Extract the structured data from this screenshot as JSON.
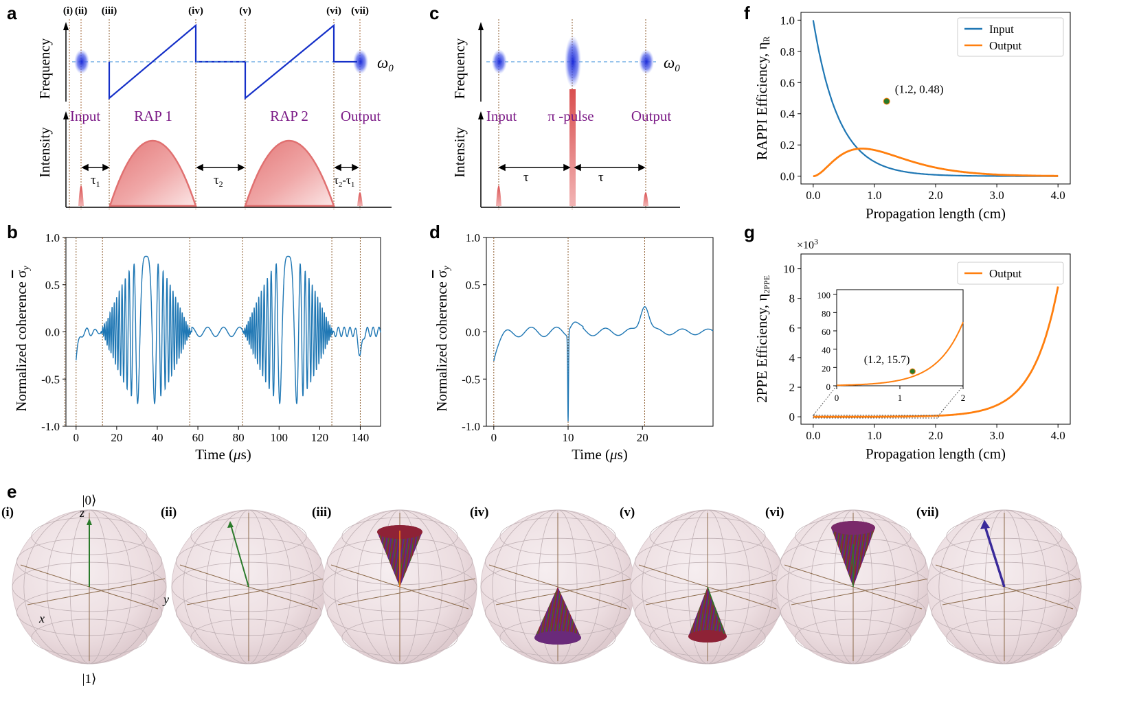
{
  "panels": {
    "a": "a",
    "b": "b",
    "c": "c",
    "d": "d",
    "e": "e",
    "f": "f",
    "g": "g"
  },
  "stage_labels": [
    "(i)",
    "(ii)",
    "(iii)",
    "(iv)",
    "(v)",
    "(vi)",
    "(vii)"
  ],
  "panel_a": {
    "freq_label": "Frequency",
    "intensity_label": "Intensity",
    "omega": "ω",
    "omega_sub": "0",
    "pulse_labels": [
      "Input",
      "RAP 1",
      "RAP 2",
      "Output"
    ],
    "tau1": "τ",
    "tau1_sub": "1",
    "tau2": "τ",
    "tau2_sub": "2",
    "tau21": "τ",
    "tau21_a": "2",
    "tau21_dash": "-τ",
    "tau21_b": "1",
    "colors": {
      "sweep": "#1530c8",
      "pulse": "#e06666",
      "pulse_dark": "#d65a5a",
      "dashed": "#5aa0e0",
      "marker": "#8b5a2b"
    }
  },
  "panel_c": {
    "freq_label": "Frequency",
    "intensity_label": "Intensity",
    "omega": "ω",
    "omega_sub": "0",
    "pulse_labels": [
      "Input",
      "π -pulse",
      "Output"
    ],
    "tau": "τ"
  },
  "chart_data": [
    {
      "id": "b",
      "type": "line",
      "xlabel_pre": "Time (",
      "xlabel_mu": "μ",
      "xlabel_post": "s)",
      "ylabel": "Normalized coherence",
      "ysym": "σ",
      "ysub": "y",
      "xlim": [
        -5,
        150
      ],
      "ylim": [
        -1.0,
        1.0
      ],
      "xticks": [
        0,
        20,
        40,
        60,
        80,
        100,
        120,
        140
      ],
      "yticks": [
        -1.0,
        -0.5,
        0.0,
        0.5,
        1.0
      ],
      "ytick_labels": [
        "-1.0",
        "-0.5",
        "0.0",
        "0.5",
        "1.0"
      ],
      "stage_times": [
        -5.5,
        0,
        13,
        56,
        82,
        126,
        140
      ],
      "series": [
        {
          "color": "#1f77b4"
        }
      ]
    },
    {
      "id": "d",
      "type": "line",
      "xlabel_pre": "Time (",
      "xlabel_mu": "μ",
      "xlabel_post": "s)",
      "ylabel": "Normalized coherence",
      "ysym": "σ",
      "ysub": "y",
      "xlim": [
        -1,
        29.5
      ],
      "ylim": [
        -1.0,
        1.0
      ],
      "xticks": [
        0,
        10,
        20
      ],
      "yticks": [
        -1.0,
        -0.5,
        0.0,
        0.5,
        1.0
      ],
      "ytick_labels": [
        "-1.0",
        "-0.5",
        "0.0",
        "0.5",
        "1.0"
      ],
      "stage_times": [
        0,
        10,
        20.3
      ],
      "series": [
        {
          "color": "#1f77b4"
        }
      ]
    },
    {
      "id": "f",
      "type": "line",
      "xlabel": "Propagation length (cm)",
      "ylabel": "RAPPI Efficiency,  η",
      "ysub": "R",
      "xlim": [
        -0.2,
        4.2
      ],
      "ylim": [
        -0.05,
        1.05
      ],
      "xticks": [
        0,
        1,
        2,
        3,
        4
      ],
      "xtick_labels": [
        "0.0",
        "1.0",
        "2.0",
        "3.0",
        "4.0"
      ],
      "yticks": [
        0,
        0.2,
        0.4,
        0.6,
        0.8,
        1.0
      ],
      "ytick_labels": [
        "0.0",
        "0.2",
        "0.4",
        "0.6",
        "0.8",
        "1.0"
      ],
      "series": [
        {
          "name": "Input",
          "color": "#1f77b4"
        },
        {
          "name": "Output",
          "color": "#ff7f0e"
        }
      ],
      "annotation": {
        "x": 1.2,
        "y": 0.48,
        "text": "(1.2, 0.48)"
      },
      "legend": "top-right"
    },
    {
      "id": "g",
      "type": "line",
      "xlabel": "Propagation length (cm)",
      "ylabel": "2PPE Efficiency,  η",
      "ysub": "2PPE",
      "multiplier": "×10",
      "multiplier_exp": "3",
      "xlim": [
        -0.2,
        4.2
      ],
      "ylim": [
        -0.5,
        11
      ],
      "xticks": [
        0,
        1,
        2,
        3,
        4
      ],
      "xtick_labels": [
        "0.0",
        "1.0",
        "2.0",
        "3.0",
        "4.0"
      ],
      "yticks": [
        0,
        2,
        4,
        6,
        8,
        10
      ],
      "ytick_labels": [
        "0",
        "2",
        "4",
        "6",
        "8",
        "10"
      ],
      "series": [
        {
          "name": "Output",
          "color": "#ff7f0e"
        }
      ],
      "legend": "top-right",
      "inset": {
        "xlim": [
          0,
          2
        ],
        "ylim": [
          0,
          105
        ],
        "xticks": [
          0,
          1,
          2
        ],
        "xtick_labels": [
          "0",
          "1",
          "2"
        ],
        "yticks": [
          0,
          20,
          40,
          60,
          80,
          100
        ],
        "ytick_labels": [
          "0",
          "20",
          "40",
          "60",
          "80",
          "100"
        ],
        "annotation": {
          "x": 1.2,
          "y": 15.7,
          "text": "(1.2, 15.7)"
        }
      }
    }
  ],
  "bloch": {
    "labels": [
      "(i)",
      "(ii)",
      "(iii)",
      "(iv)",
      "(v)",
      "(vi)",
      "(vii)"
    ],
    "ket0": "|0⟩",
    "ket1": "|1⟩",
    "axis_x": "x",
    "axis_y": "y",
    "axis_z": "z",
    "colors": {
      "vector": "#2a7a2a",
      "cone": "#9a2a3a",
      "cone_stripe": "#5a2a8a",
      "final": "#3a2a9a"
    }
  }
}
